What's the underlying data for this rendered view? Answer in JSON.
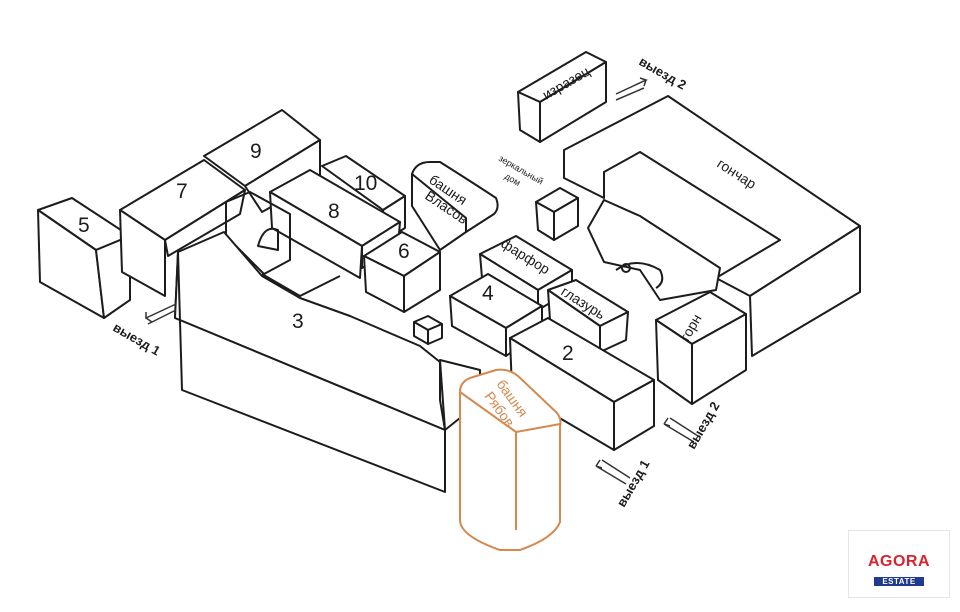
{
  "buildings": {
    "b5": "5",
    "b7": "7",
    "b9": "9",
    "b8": "8",
    "b10": "10",
    "b6": "6",
    "b4": "4",
    "b3": "3",
    "b2": "2",
    "vlasov_line1": "башня",
    "vlasov_line2": "Власов",
    "ryabov_line1": "башня",
    "ryabov_line2": "Рябов",
    "izrazets": "изразец",
    "zerkalny_line1": "зеркальный",
    "zerkalny_line2": "дом",
    "gonchar": "гончар",
    "farfor": "фарфор",
    "glazur": "глазурь",
    "gorn": "горн"
  },
  "exits": {
    "exit1_left": "выезд 1",
    "exit2_top": "выезд 2",
    "exit2_right": "выезд 2",
    "exit1_bottom": "выезд 1"
  },
  "logo": {
    "title": "AGORA",
    "subtitle": "ESTATE"
  },
  "colors": {
    "highlight": "#d4894f",
    "outline": "#1c1c1c",
    "logo_red": "#d9232d",
    "logo_blue": "#1f3b8f"
  }
}
